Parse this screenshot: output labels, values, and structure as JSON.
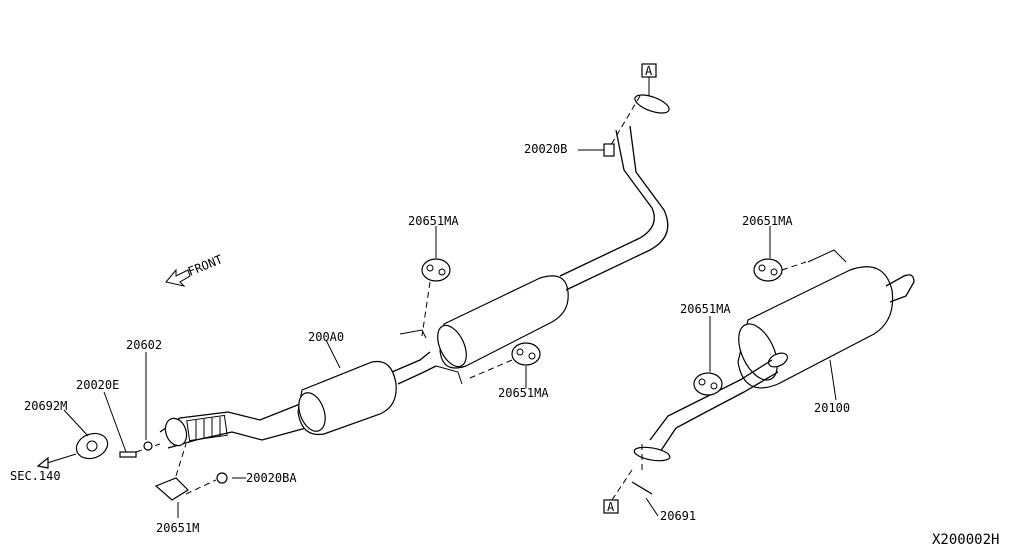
{
  "diagram": {
    "code": "X200002H",
    "direction": "FRONT",
    "section_ref": "SEC.140",
    "connection_marker": "A",
    "labels": {
      "l_20692M": "20692M",
      "l_20020E": "20020E",
      "l_20602": "20602",
      "l_200A0": "200A0",
      "l_20651MA_1": "20651MA",
      "l_20651MA_2": "20651MA",
      "l_20020B": "20020B",
      "l_20651MA_3": "20651MA",
      "l_20651MA_4": "20651MA",
      "l_20100": "20100",
      "l_20020BA": "20020BA",
      "l_20651M": "20651M",
      "l_20691": "20691"
    }
  }
}
